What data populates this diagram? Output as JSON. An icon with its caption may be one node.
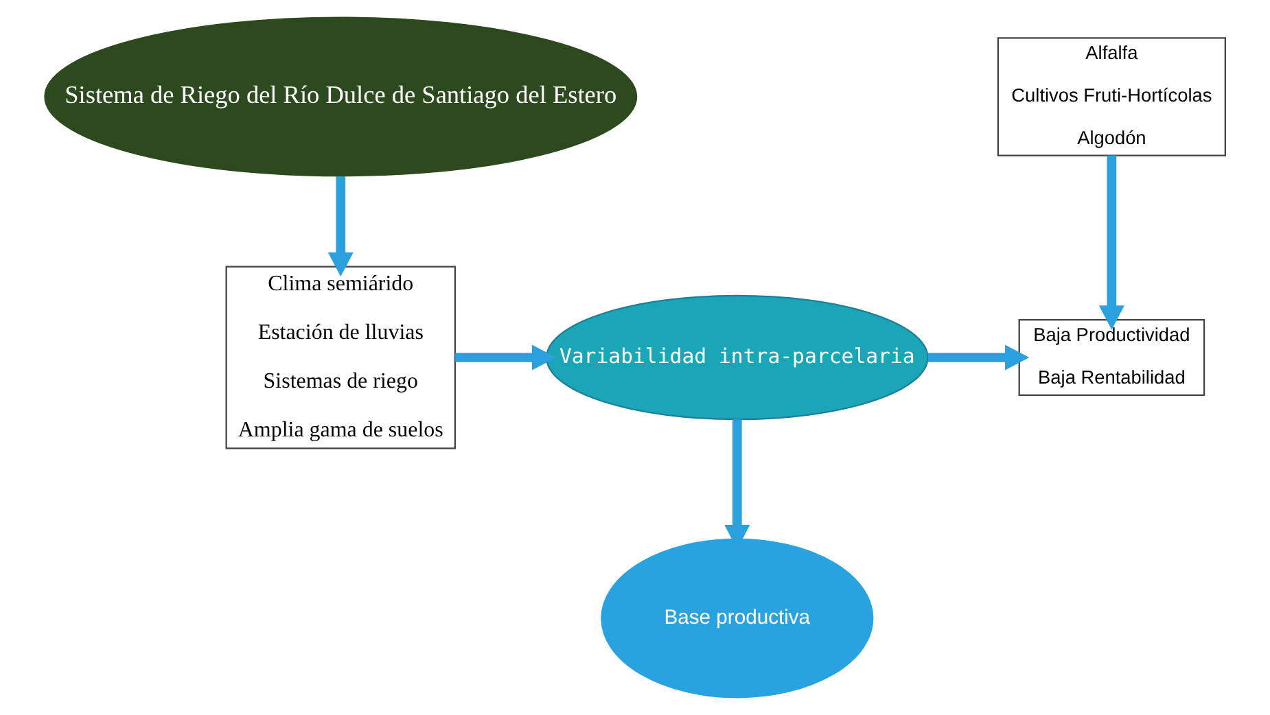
{
  "diagram": {
    "nodes": [
      {
        "text": [
          "Sistema de Riego del Río Dulce de Santiago del Estero"
        ]
      },
      {
        "text": [
          "Clima semiárido",
          "Estación de lluvias",
          "Sistemas de riego",
          "Amplia gama de suelos"
        ]
      },
      {
        "text": [
          "Variabilidad intra-parcelaria"
        ]
      },
      {
        "text": [
          "Base productiva"
        ]
      },
      {
        "text": [
          "Alfalfa",
          "Cultivos Fruti-Hortícolas",
          "Algodón"
        ]
      },
      {
        "text": [
          "Baja Productividad",
          "Baja Rentabilidad"
        ]
      }
    ],
    "edges": [
      {
        "from": 0,
        "to": 1,
        "arrow": "to"
      },
      {
        "from": 1,
        "to": 2,
        "arrow": "to"
      },
      {
        "from": 2,
        "to": 3,
        "arrow": "to"
      },
      {
        "from": 4,
        "to": 5,
        "arrow": "to"
      },
      {
        "from": 2,
        "to": 5,
        "arrow": "to"
      }
    ]
  }
}
